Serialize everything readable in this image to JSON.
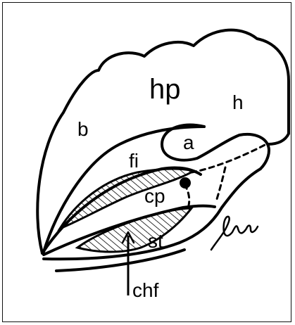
{
  "labels": {
    "hp": "hp",
    "h": "h",
    "b": "b",
    "a": "a",
    "fi": "fi",
    "cp": "cp",
    "st": "st",
    "chf": "chf"
  },
  "colors": {
    "ink": "#000000",
    "background": "#ffffff"
  },
  "signature": "pu"
}
